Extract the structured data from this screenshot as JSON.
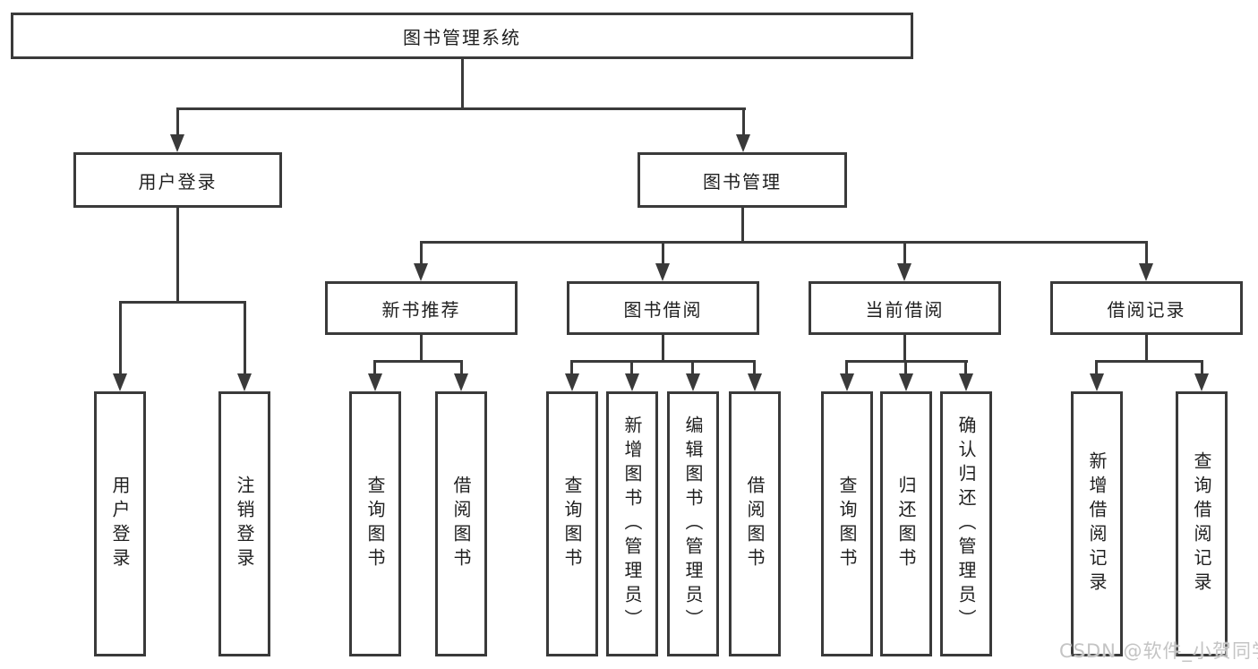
{
  "diagram": {
    "root": "图书管理系统",
    "level2": {
      "user_login": "用户登录",
      "book_mgmt": "图书管理"
    },
    "level3": {
      "new_book_rec": "新书推荐",
      "book_borrow": "图书借阅",
      "current_borrow": "当前借阅",
      "borrow_records": "借阅记录"
    },
    "leaves": {
      "login": "用户登录",
      "logout": "注销登录",
      "rec_query_books": "查询图书",
      "rec_borrow_books": "借阅图书",
      "bb_query_books": "查询图书",
      "bb_add_books": "新增图书（管理员）",
      "bb_edit_books": "编辑图书（管理员）",
      "bb_borrow_books": "借阅图书",
      "cb_query_books": "查询图书",
      "cb_return_books": "归还图书",
      "cb_confirm_return": "确认归还（管理员）",
      "br_add_record": "新增借阅记录",
      "br_query_record": "查询借阅记录"
    },
    "colors": {
      "line": "#3a3a3a",
      "text": "#1f1f1f"
    },
    "watermark": "CSDN @软件_小贺同学"
  }
}
